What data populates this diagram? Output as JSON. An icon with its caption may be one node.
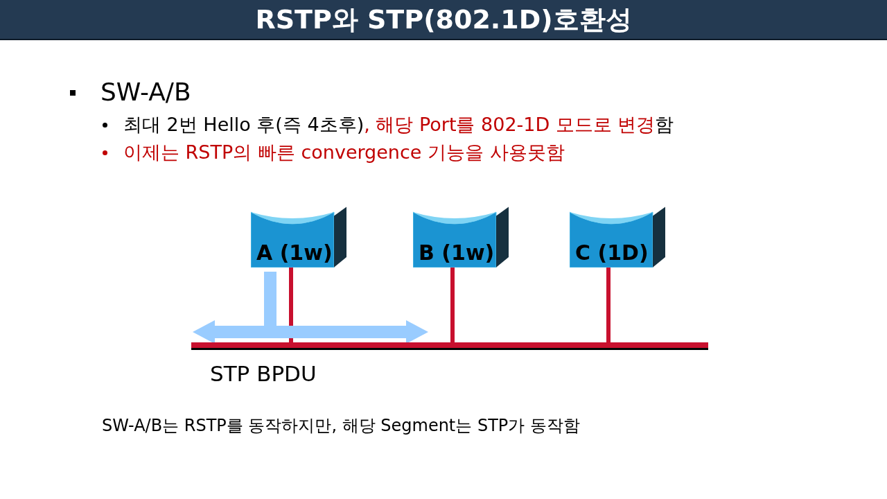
{
  "diagram": {
    "title": "RSTP와 STP(802.1D)호환성",
    "nodes": [
      {
        "text": [
          "A (1w)"
        ]
      },
      {
        "text": [
          "B (1w)"
        ]
      },
      {
        "text": [
          "C (1D)"
        ]
      },
      {
        "text": [],
        "shape": "bar"
      }
    ],
    "edges": [
      {
        "from": 0,
        "to": 3,
        "arrow": "none"
      },
      {
        "from": 1,
        "to": 3,
        "arrow": "none"
      },
      {
        "from": 2,
        "to": 3,
        "arrow": "none"
      },
      {
        "from": 0,
        "to": 3,
        "arrow": "to",
        "style": "thick",
        "color": "#99ccff"
      },
      {
        "from": 0,
        "to": 3,
        "arrow": "to",
        "style": "thick",
        "color": "#99ccff"
      }
    ],
    "labels": [
      "SW-A/B",
      "최대 2번 Hello 후(즉 4초후)",
      ", 해당 Port를 802-1D 모드로 변경",
      "함",
      "이제는 RSTP의 빠른 convergence 기능을 사용못함",
      "STP BPDU"
    ],
    "caption": "SW-A/B는 RSTP를 동작하지만, 해당 Segment는 STP가 동작함"
  }
}
